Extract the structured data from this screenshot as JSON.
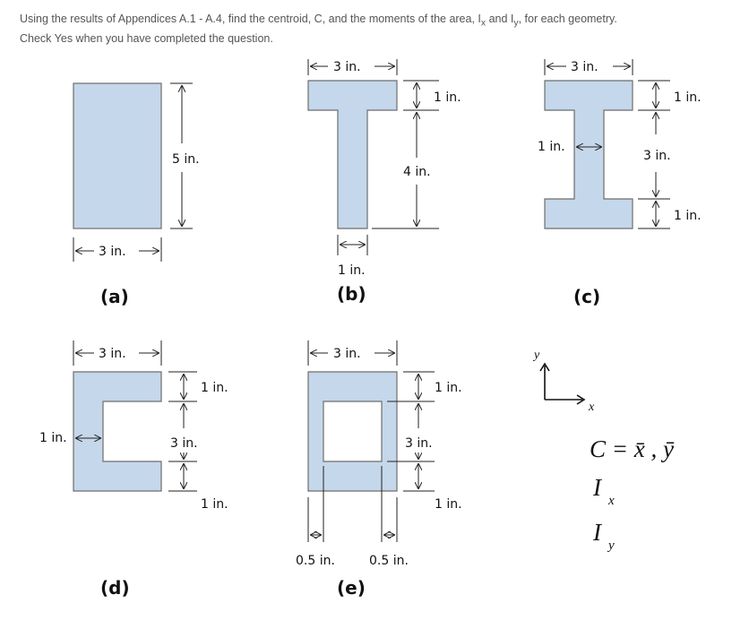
{
  "instructions": {
    "line1_pre": "Using the results of Appendices A.1 - A.4, find the centroid, C, and the moments of the area, I",
    "line1_x": "x",
    "line1_mid": " and I",
    "line1_y": "y",
    "line1_post": ", for each geometry.",
    "line2": "Check Yes when you have completed the question."
  },
  "figures": {
    "a": {
      "caption": "(a)",
      "width": "3 in.",
      "height": "5 in."
    },
    "b": {
      "caption": "(b)",
      "width": "3 in.",
      "flange": "1 in.",
      "web_height": "4 in.",
      "web_width": "1 in."
    },
    "c": {
      "caption": "(c)",
      "width": "3 in.",
      "top": "1 in.",
      "web": "1 in.",
      "middle": "3 in.",
      "bottom": "1 in."
    },
    "d": {
      "caption": "(d)",
      "width": "3 in.",
      "top": "1 in.",
      "web": "1 in.",
      "middle": "3 in.",
      "bottom": "1 in."
    },
    "e": {
      "caption": "(e)",
      "width": "3 in.",
      "top": "1 in.",
      "middle": "3 in.",
      "bottom": "1 in.",
      "left_wall": "0.5 in.",
      "right_wall": "0.5 in."
    }
  },
  "axes": {
    "x": "x",
    "y": "y"
  },
  "formulas": {
    "centroid": "C = x̄ , ȳ",
    "ix": "I",
    "ix_sub": "x",
    "iy": "I",
    "iy_sub": "y"
  }
}
